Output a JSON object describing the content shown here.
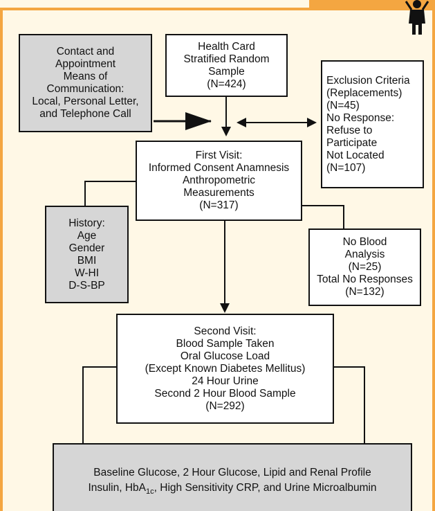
{
  "boxes": {
    "contact": "Contact and\nAppointment\nMeans of\nCommunication:\nLocal, Personal Letter,\nand Telephone Call",
    "health_card": "Health Card\nStratified Random\nSample\n(N=424)",
    "exclusion": "Exclusion Criteria\n(Replacements)\n(N=45)\nNo Response:\nRefuse to\nParticipate\nNot Located\n(N=107)",
    "first_visit": "First Visit:\nInformed Consent Anamnesis\nAnthropometric\nMeasurements\n(N=317)",
    "history": "History:\nAge\nGender\nBMI\nW-HI\nD-S-BP",
    "no_blood": "No Blood\nAnalysis\n(N=25)\nTotal No Responses\n(N=132)",
    "second_visit": "Second Visit:\nBlood Sample Taken\nOral Glucose Load\n(Except Known Diabetes Mellitus)\n24 Hour Urine\nSecond 2 Hour Blood Sample\n(N=292)",
    "baseline_line1": "Baseline Glucose, 2 Hour Glucose, Lipid and Renal Profile",
    "baseline_line2_pre": "Insulin,  HbA",
    "baseline_line2_sub": "1c",
    "baseline_line2_post": ", High Sensitivity CRP, and Urine Microalbumin"
  },
  "colors": {
    "frame": "#f4a641",
    "background": "#fff8e6",
    "gray_box": "#d6d6d6"
  },
  "icons": {
    "corner_figure": "person-silhouette-icon"
  }
}
